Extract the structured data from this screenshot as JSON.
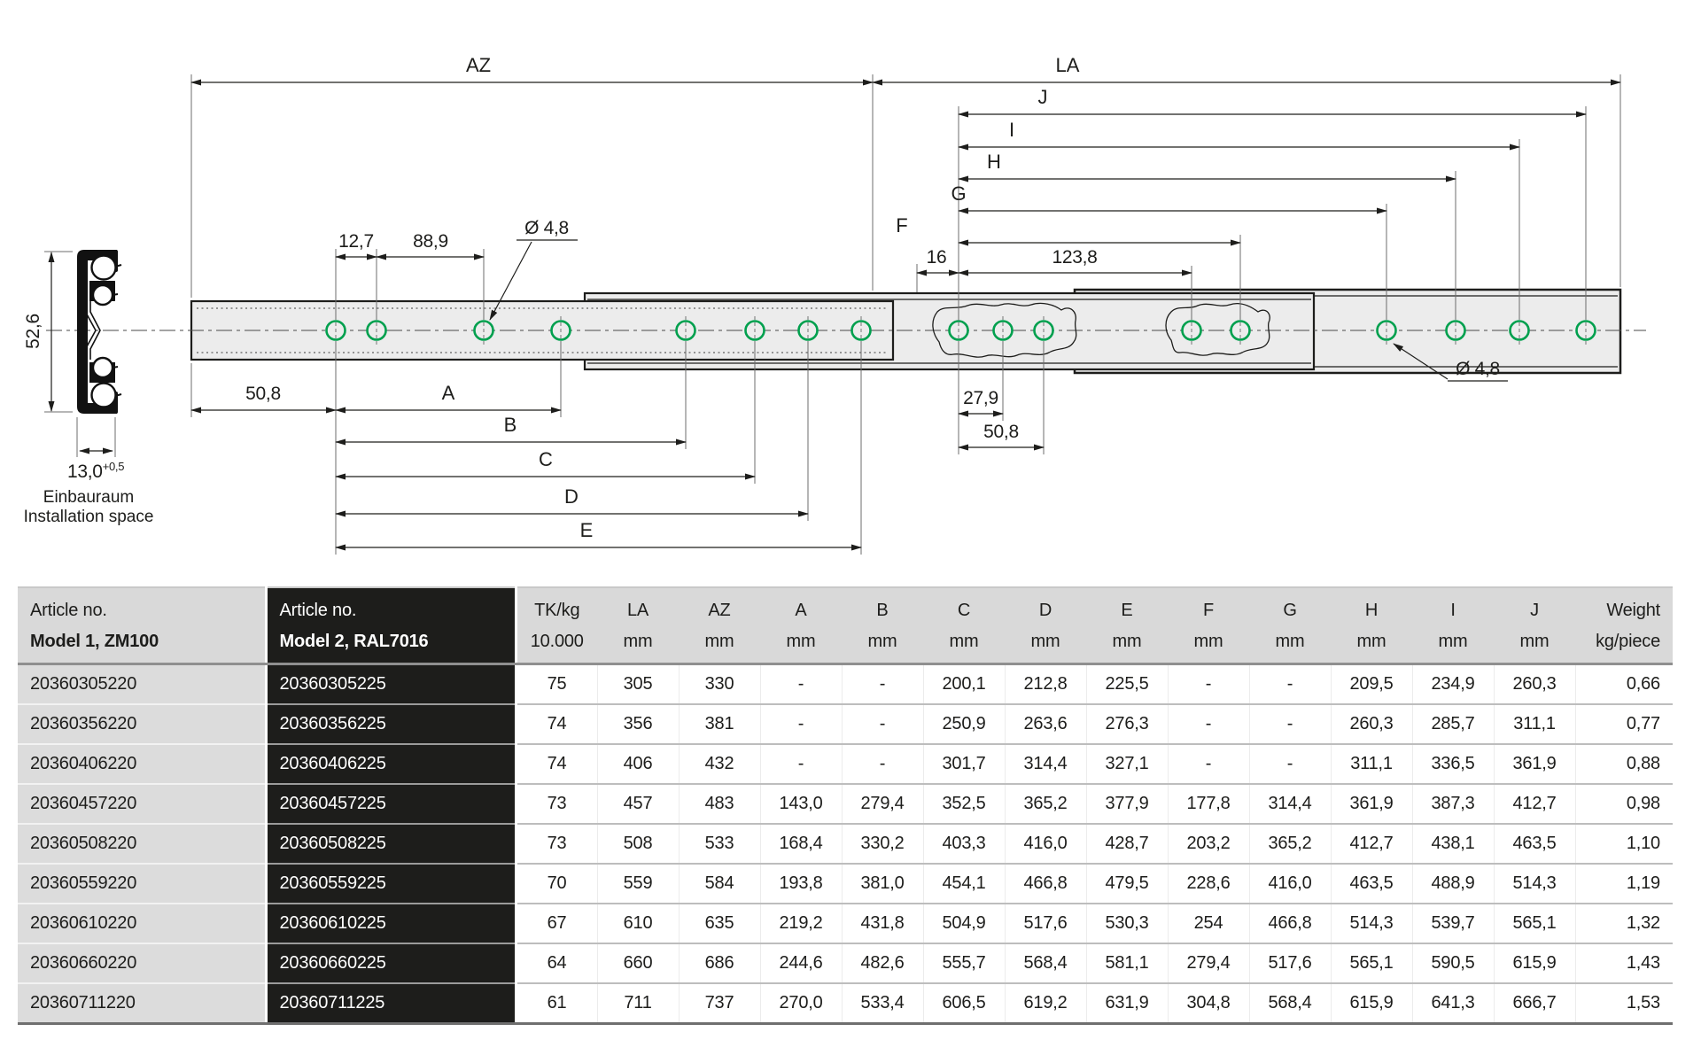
{
  "diagram": {
    "top_dims": {
      "az": "AZ",
      "la": "LA",
      "j": "J",
      "i": "I",
      "h": "H",
      "g": "G",
      "f": "F",
      "sixteen": "16",
      "one_twenty_three_eight": "123,8"
    },
    "left_dims": {
      "twelve_seven": "12,7",
      "eighty_eight_nine": "88,9",
      "hole_dia": "Ø 4,8",
      "fifty_eight": "50,8",
      "a": "A",
      "b": "B",
      "c": "C",
      "d": "D",
      "e": "E"
    },
    "right_dims": {
      "twenty_seven_nine": "27,9",
      "fifty_eight": "50,8",
      "hole_dia": "Ø 4,8"
    },
    "cross_section": {
      "height": "52,6",
      "width": "13,0",
      "width_tol": "+0,5",
      "label_de": "Einbauraum",
      "label_en": "Installation space"
    },
    "colors": {
      "hole_green": "#00A04E",
      "rail_fill": "#ECECEC",
      "line": "#1D1D1B"
    }
  },
  "table": {
    "header": {
      "col1": {
        "line1": "Article no.",
        "line2": "Model 1, ZM100"
      },
      "col2": {
        "line1": "Article no.",
        "line2": "Model 2, RAL7016"
      },
      "value_cols": [
        {
          "label": "TK/kg",
          "unit": "10.000"
        },
        {
          "label": "LA",
          "unit": "mm"
        },
        {
          "label": "AZ",
          "unit": "mm"
        },
        {
          "label": "A",
          "unit": "mm"
        },
        {
          "label": "B",
          "unit": "mm"
        },
        {
          "label": "C",
          "unit": "mm"
        },
        {
          "label": "D",
          "unit": "mm"
        },
        {
          "label": "E",
          "unit": "mm"
        },
        {
          "label": "F",
          "unit": "mm"
        },
        {
          "label": "G",
          "unit": "mm"
        },
        {
          "label": "H",
          "unit": "mm"
        },
        {
          "label": "I",
          "unit": "mm"
        },
        {
          "label": "J",
          "unit": "mm"
        },
        {
          "label": "Weight",
          "unit": "kg/piece"
        }
      ]
    },
    "rows": [
      [
        "20360305220",
        "20360305225",
        "75",
        "305",
        "330",
        "-",
        "-",
        "200,1",
        "212,8",
        "225,5",
        "-",
        "-",
        "209,5",
        "234,9",
        "260,3",
        "0,66"
      ],
      [
        "20360356220",
        "20360356225",
        "74",
        "356",
        "381",
        "-",
        "-",
        "250,9",
        "263,6",
        "276,3",
        "-",
        "-",
        "260,3",
        "285,7",
        "311,1",
        "0,77"
      ],
      [
        "20360406220",
        "20360406225",
        "74",
        "406",
        "432",
        "-",
        "-",
        "301,7",
        "314,4",
        "327,1",
        "-",
        "-",
        "311,1",
        "336,5",
        "361,9",
        "0,88"
      ],
      [
        "20360457220",
        "20360457225",
        "73",
        "457",
        "483",
        "143,0",
        "279,4",
        "352,5",
        "365,2",
        "377,9",
        "177,8",
        "314,4",
        "361,9",
        "387,3",
        "412,7",
        "0,98"
      ],
      [
        "20360508220",
        "20360508225",
        "73",
        "508",
        "533",
        "168,4",
        "330,2",
        "403,3",
        "416,0",
        "428,7",
        "203,2",
        "365,2",
        "412,7",
        "438,1",
        "463,5",
        "1,10"
      ],
      [
        "20360559220",
        "20360559225",
        "70",
        "559",
        "584",
        "193,8",
        "381,0",
        "454,1",
        "466,8",
        "479,5",
        "228,6",
        "416,0",
        "463,5",
        "488,9",
        "514,3",
        "1,19"
      ],
      [
        "20360610220",
        "20360610225",
        "67",
        "610",
        "635",
        "219,2",
        "431,8",
        "504,9",
        "517,6",
        "530,3",
        "254",
        "466,8",
        "514,3",
        "539,7",
        "565,1",
        "1,32"
      ],
      [
        "20360660220",
        "20360660225",
        "64",
        "660",
        "686",
        "244,6",
        "482,6",
        "555,7",
        "568,4",
        "581,1",
        "279,4",
        "517,6",
        "565,1",
        "590,5",
        "615,9",
        "1,43"
      ],
      [
        "20360711220",
        "20360711225",
        "61",
        "711",
        "737",
        "270,0",
        "533,4",
        "606,5",
        "619,2",
        "631,9",
        "304,8",
        "568,4",
        "615,9",
        "641,3",
        "666,7",
        "1,53"
      ]
    ]
  }
}
